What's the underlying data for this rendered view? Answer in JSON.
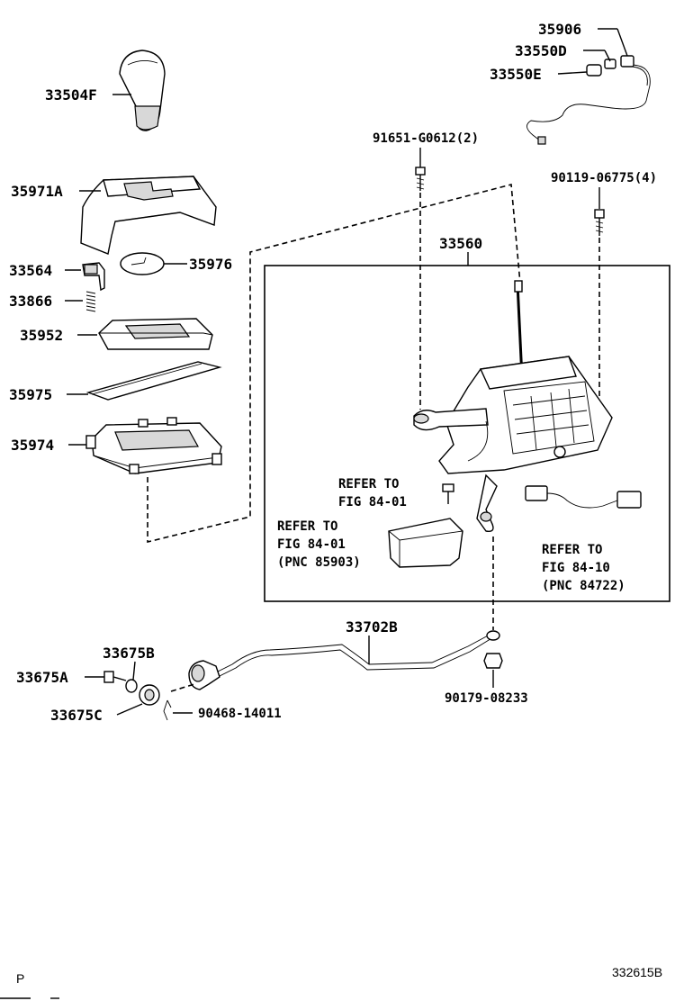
{
  "labels": {
    "p35906": "35906",
    "p33550D": "33550D",
    "p33550E": "33550E",
    "p33504F": "33504F",
    "p91651": "91651-G0612(2)",
    "p90119": "90119-06775(4)",
    "p35971A": "35971A",
    "p33560": "33560",
    "p33564": "33564",
    "p35976": "35976",
    "p33866": "33866",
    "p35952": "35952",
    "p35975": "35975",
    "p35974": "35974",
    "p33702B": "33702B",
    "p33675B": "33675B",
    "p33675A": "33675A",
    "p33675C": "33675C",
    "p90468": "90468-14011",
    "p90179": "90179-08233"
  },
  "refs": {
    "ref1_line1": "REFER TO",
    "ref1_line2": "FIG 84-01",
    "ref2_line1": "REFER TO",
    "ref2_line2": "FIG 84-01",
    "ref2_line3": "(PNC 85903)",
    "ref3_line1": "REFER TO",
    "ref3_line2": "FIG 84-10",
    "ref3_line3": "(PNC 84722)"
  },
  "footer": {
    "page_marker": "P",
    "drawing_code": "332615B"
  }
}
